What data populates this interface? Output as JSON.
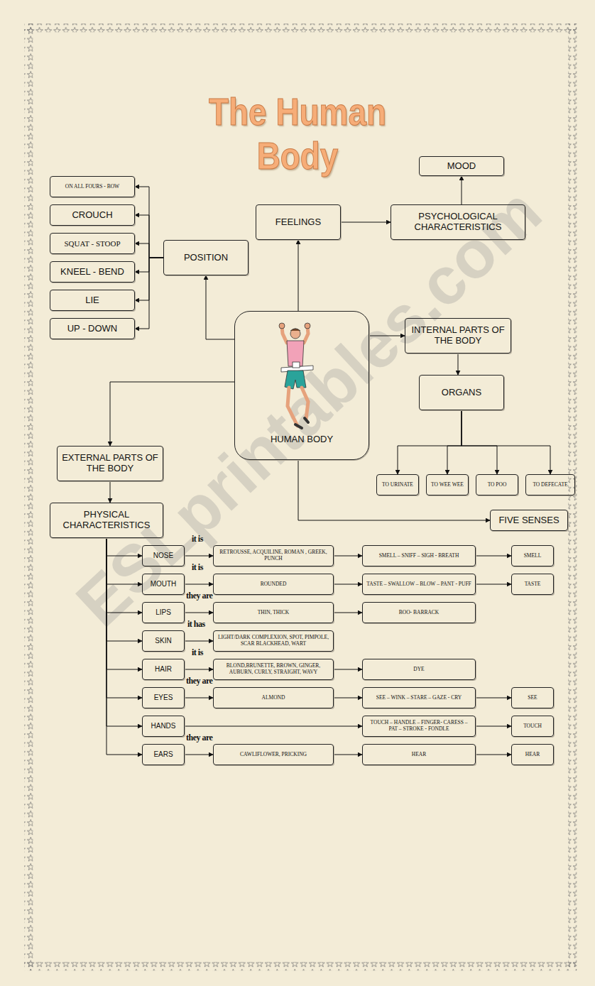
{
  "diagram": {
    "title": "The Human Body",
    "nodes": [
      {
        "text": [
          "MOOD"
        ]
      },
      {
        "text": [
          "ON ALL FOURS - BOW"
        ]
      },
      {
        "text": [
          "FEELINGS"
        ]
      },
      {
        "text": [
          "PSYCHOLOGICAL CHARACTERISTICS"
        ]
      },
      {
        "text": [
          "CROUCH"
        ]
      },
      {
        "text": [
          "SQUAT - STOOP"
        ]
      },
      {
        "text": [
          "POSITION"
        ]
      },
      {
        "text": [
          "KNEEL - BEND"
        ]
      },
      {
        "text": [
          "LIE"
        ]
      },
      {
        "text": [
          "HUMAN BODY"
        ]
      },
      {
        "text": [
          "INTERNAL PARTS OF THE BODY"
        ]
      },
      {
        "text": [
          "UP - DOWN"
        ]
      },
      {
        "text": [
          "ORGANS"
        ]
      },
      {
        "text": [
          "EXTERNAL PARTS OF THE BODY"
        ]
      },
      {
        "text": [
          "TO URINATE"
        ]
      },
      {
        "text": [
          "TO WEE WEE"
        ]
      },
      {
        "text": [
          "TO POO"
        ]
      },
      {
        "text": [
          "TO DEFECATE"
        ]
      },
      {
        "text": [
          "PHYSICAL CHARACTERISTICS"
        ]
      },
      {
        "text": [
          "FIVE SENSES"
        ]
      },
      {
        "text": [
          "NOSE"
        ]
      },
      {
        "text": [
          "RETROUSSE, ACQUILINE, ROMAN , GREEK, PUNCH"
        ]
      },
      {
        "text": [
          "SMELL – SNIFF – SIGH - BREATH"
        ]
      },
      {
        "text": [
          "SMELL"
        ]
      },
      {
        "text": [
          "MOUTH"
        ]
      },
      {
        "text": [
          "ROUNDED"
        ]
      },
      {
        "text": [
          "TASTE – SWALLOW – BLOW – PANT - PUFF"
        ]
      },
      {
        "text": [
          "TASTE"
        ]
      },
      {
        "text": [
          "LIPS"
        ]
      },
      {
        "text": [
          "THIN, THICK"
        ]
      },
      {
        "text": [
          "BOO- BARRACK"
        ]
      },
      {
        "text": [
          "SKIN"
        ]
      },
      {
        "text": [
          "LIGHT/DARK COMPLEXION, SPOT, PIMPOLE, SCAR BLACKHEAD, WART"
        ]
      },
      {
        "text": [
          "HAIR"
        ]
      },
      {
        "text": [
          "BLOND,BRUNETTE, BROWN, GINGER, AUBURN, CURLY, STRAIGHT, WAVY"
        ]
      },
      {
        "text": [
          "DYE"
        ]
      },
      {
        "text": [
          "EYES"
        ]
      },
      {
        "text": [
          "ALMOND"
        ]
      },
      {
        "text": [
          "SEE – WINK – STARE – GAZE - CRY"
        ]
      },
      {
        "text": [
          "SEE"
        ]
      },
      {
        "text": [
          "HANDS"
        ]
      },
      {
        "text": [
          "TOUCH – HANDLE – FINGER- CARESS – PAT – STROKE - FONDLE"
        ]
      },
      {
        "text": [
          "TOUCH"
        ]
      },
      {
        "text": [
          "EARS"
        ]
      },
      {
        "text": [
          "CAWLIFLOWER, PRICKING"
        ]
      },
      {
        "text": [
          "HEAR"
        ]
      },
      {
        "text": [
          "HEAR"
        ]
      }
    ],
    "edges": [
      {
        "from": 9,
        "to": 6,
        "arrow": "to"
      },
      {
        "from": 6,
        "to": 1,
        "arrow": "to"
      },
      {
        "from": 6,
        "to": 4,
        "arrow": "to"
      },
      {
        "from": 6,
        "to": 5,
        "arrow": "to"
      },
      {
        "from": 6,
        "to": 7,
        "arrow": "to"
      },
      {
        "from": 6,
        "to": 8,
        "arrow": "to"
      },
      {
        "from": 6,
        "to": 11,
        "arrow": "to"
      },
      {
        "from": 9,
        "to": 2,
        "arrow": "to"
      },
      {
        "from": 2,
        "to": 3,
        "arrow": "to"
      },
      {
        "from": 3,
        "to": 0,
        "arrow": "to"
      },
      {
        "from": 9,
        "to": 10,
        "arrow": "to"
      },
      {
        "from": 10,
        "to": 12,
        "arrow": "to"
      },
      {
        "from": 12,
        "to": 14,
        "arrow": "to"
      },
      {
        "from": 12,
        "to": 15,
        "arrow": "to"
      },
      {
        "from": 12,
        "to": 16,
        "arrow": "to"
      },
      {
        "from": 12,
        "to": 17,
        "arrow": "to"
      },
      {
        "from": 9,
        "to": 13,
        "arrow": "to"
      },
      {
        "from": 13,
        "to": 18,
        "arrow": "to"
      },
      {
        "from": 9,
        "to": 19,
        "arrow": "to"
      },
      {
        "from": 18,
        "to": 20,
        "arrow": "to"
      },
      {
        "from": 18,
        "to": 24,
        "arrow": "to"
      },
      {
        "from": 18,
        "to": 28,
        "arrow": "to"
      },
      {
        "from": 18,
        "to": 31,
        "arrow": "to"
      },
      {
        "from": 18,
        "to": 33,
        "arrow": "to"
      },
      {
        "from": 18,
        "to": 36,
        "arrow": "to"
      },
      {
        "from": 18,
        "to": 40,
        "arrow": "to"
      },
      {
        "from": 18,
        "to": 43,
        "arrow": "to"
      },
      {
        "from": 20,
        "to": 21,
        "arrow": "to"
      },
      {
        "from": 21,
        "to": 22,
        "arrow": "to"
      },
      {
        "from": 22,
        "to": 23,
        "arrow": "to"
      },
      {
        "from": 24,
        "to": 25,
        "arrow": "to"
      },
      {
        "from": 25,
        "to": 26,
        "arrow": "to"
      },
      {
        "from": 26,
        "to": 27,
        "arrow": "to"
      },
      {
        "from": 28,
        "to": 29,
        "arrow": "to"
      },
      {
        "from": 29,
        "to": 30,
        "arrow": "to"
      },
      {
        "from": 31,
        "to": 32,
        "arrow": "to"
      },
      {
        "from": 33,
        "to": 34,
        "arrow": "to"
      },
      {
        "from": 34,
        "to": 35,
        "arrow": "to"
      },
      {
        "from": 36,
        "to": 37,
        "arrow": "to"
      },
      {
        "from": 37,
        "to": 38,
        "arrow": "to"
      },
      {
        "from": 38,
        "to": 39,
        "arrow": "to"
      },
      {
        "from": 40,
        "to": 41,
        "arrow": "to"
      },
      {
        "from": 41,
        "to": 42,
        "arrow": "to"
      },
      {
        "from": 43,
        "to": 44,
        "arrow": "to"
      },
      {
        "from": 44,
        "to": 45,
        "arrow": "to"
      },
      {
        "from": 45,
        "to": 46,
        "arrow": "to"
      }
    ],
    "labels": [
      "it is",
      "it is",
      "they are",
      "it has",
      "it is",
      "they are",
      "they are",
      "ESLprintables.com"
    ]
  }
}
